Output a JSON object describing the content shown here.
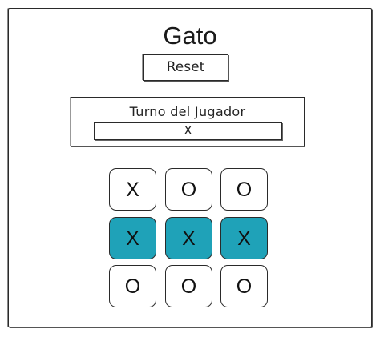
{
  "title": "Gato",
  "reset_label": "Reset",
  "turn": {
    "label": "Turno del Jugador",
    "value": "X"
  },
  "board": {
    "cells": [
      {
        "mark": "X",
        "winning": false
      },
      {
        "mark": "O",
        "winning": false
      },
      {
        "mark": "O",
        "winning": false
      },
      {
        "mark": "X",
        "winning": true
      },
      {
        "mark": "X",
        "winning": true
      },
      {
        "mark": "X",
        "winning": true
      },
      {
        "mark": "O",
        "winning": false
      },
      {
        "mark": "O",
        "winning": false
      },
      {
        "mark": "O",
        "winning": false
      }
    ],
    "highlight_color": "#1fa2b8"
  }
}
